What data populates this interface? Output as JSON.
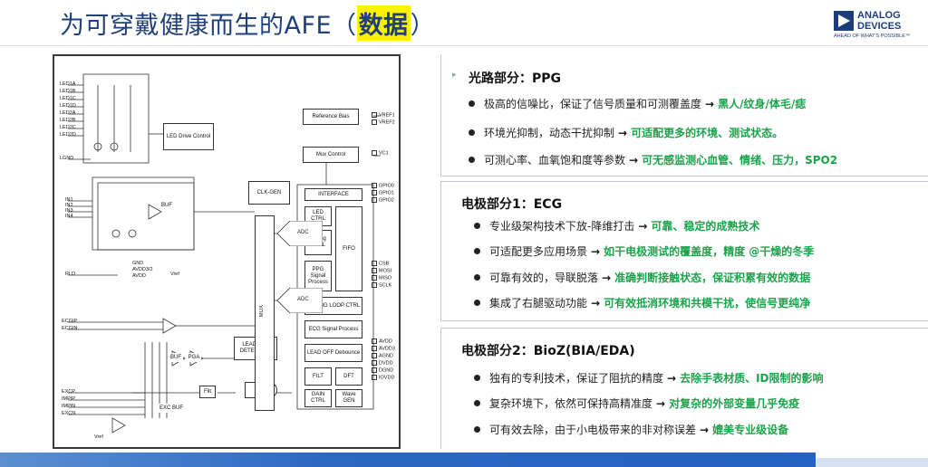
{
  "title": {
    "main": "为可穿戴健康而生的AFE（",
    "highlight": "数据",
    "end": "）"
  },
  "logo": {
    "line1": "ANALOG",
    "line2": "DEVICES",
    "tagline": "AHEAD OF WHAT'S POSSIBLE™"
  },
  "colors": {
    "title": "#1f3f7a",
    "highlight": "#fff200",
    "accent_green": "#1aa34a",
    "brand_blue": "#1c3d7a",
    "bar_blue": "#2361c2"
  },
  "diagram": {
    "left_pins": [
      "LED1A",
      "LED1B",
      "LED1C",
      "LED1D",
      "LED2A",
      "LED2B",
      "LED2C",
      "LED2D",
      "LGND",
      "IN1",
      "IN2",
      "IN3",
      "IN4",
      "RLD",
      "ECGIP",
      "ECGIN",
      "EXCP",
      "IMPIP",
      "IMPIN",
      "EXCN"
    ],
    "right_pins": [
      "VREF1",
      "VREF2",
      "VC1",
      "GPIO0",
      "GPIO1",
      "GPIO2",
      "CSB",
      "MOSI",
      "MISO",
      "SCLK",
      "AVDD",
      "AVDD3",
      "AGND",
      "DVDD",
      "DGND",
      "IOVDD"
    ],
    "blocks": {
      "led_drive": "LED Drive Control",
      "ref_bias": "Reference Bias",
      "mux_control": "Mux Control",
      "clk_gen": "CLK-GEN",
      "interface": "INTERFACE",
      "led_ctrl": "LED CTRL",
      "timing_ctrl": "Timing CTRL",
      "fifo": "FIFO",
      "ppg_signal": "PPG Signal Process",
      "mix_sig": "MIX-SIG LOOP CTRL",
      "ecg_signal": "ECG Signal Process",
      "lead_off_debounce": "LEAD OFF Debounce",
      "filt": "FILT",
      "dft": "DFT",
      "gain_ctrl": "GAIN CTRL",
      "wave_gen": "Wave GEN",
      "lead_off_detection": "LEAD OFF DETECTION",
      "dac": "DAC",
      "adc1": "ADC",
      "adc2": "ADC",
      "mux": "MUX",
      "buf": "BUF",
      "buf2": "BUF",
      "pga": "PGA",
      "filt2": "Filt",
      "exc_buf": "EXC BUF",
      "gnd": "GND",
      "avdd32": "AVDD3/2",
      "avdd": "AVDD",
      "vref": "Vref",
      "vref2": "Vref"
    }
  },
  "sections": [
    {
      "title": "光路部分：PPG",
      "items": [
        {
          "text": "极高的信噪比，保证了信号质量和可测覆盖度",
          "highlight": "黑人/纹身/体毛/痣"
        },
        {
          "text": "环境光抑制，动态干扰抑制",
          "highlight": "可适配更多的环境、测试状态。"
        },
        {
          "text": "可测心率、血氧饱和度等参数",
          "highlight": "可无感监测心血管、情绪、压力，SPO2"
        }
      ]
    },
    {
      "title": "电极部分1：ECG",
      "items": [
        {
          "text": "专业级架构技术下放-降维打击",
          "highlight": "可靠、稳定的成熟技术"
        },
        {
          "text": "可适配更多应用场景",
          "highlight": "如干电极测试的覆盖度，精度 @干燥的冬季"
        },
        {
          "text": "可靠有效的，导联脱落",
          "highlight": "准确判断接触状态，保证积累有效的数据"
        },
        {
          "text": "集成了右腿驱动功能",
          "highlight": "可有效抵消环境和共模干扰，使信号更纯净"
        }
      ]
    },
    {
      "title": "电极部分2：BioZ(BIA/EDA)",
      "items": [
        {
          "text": "独有的专利技术，保证了阻抗的精度",
          "highlight": "去除手表材质、ID限制的影响"
        },
        {
          "text": "复杂环境下，依然可保持高精准度",
          "highlight": "对复杂的外部变量几乎免疫"
        },
        {
          "text": "可有效去除，由于小电极带来的非对称误差",
          "highlight": "媲美专业级设备"
        }
      ]
    }
  ],
  "arrow_glyph": "→"
}
